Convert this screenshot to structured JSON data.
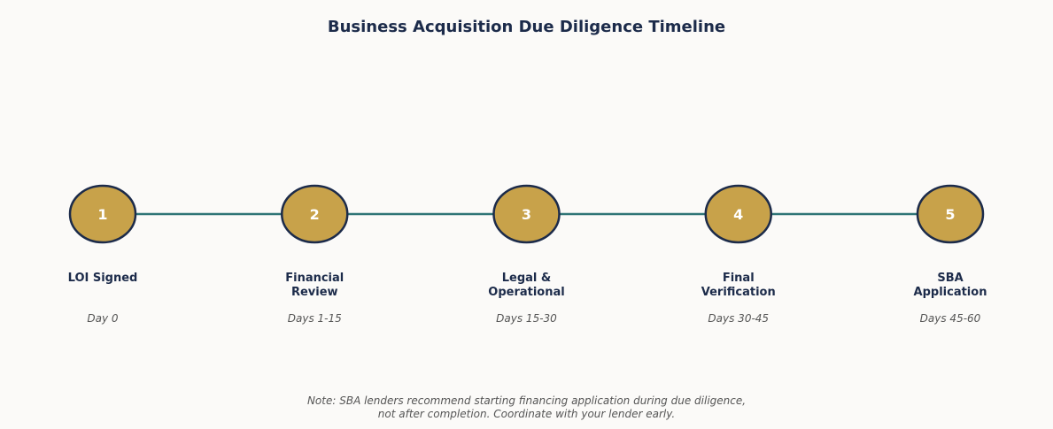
{
  "title": "Business Acquisition Due Diligence Timeline",
  "colors": {
    "node_fill": "#c8a24a",
    "node_stroke": "#1c2b4a",
    "connector": "#2f7576",
    "title_text": "#1c2b4a",
    "note_text": "#555555"
  },
  "steps": [
    {
      "number": "1",
      "label": "LOI Signed",
      "days": "Day 0"
    },
    {
      "number": "2",
      "label": "Financial\nReview",
      "days": "Days 1-15"
    },
    {
      "number": "3",
      "label": "Legal &\nOperational",
      "days": "Days 15-30"
    },
    {
      "number": "4",
      "label": "Final\nVerification",
      "days": "Days 30-45"
    },
    {
      "number": "5",
      "label": "SBA\nApplication",
      "days": "Days 45-60"
    }
  ],
  "note": {
    "line1": "Note: SBA lenders recommend starting financing application during due diligence,",
    "line2": "not after completion. Coordinate with your lender early."
  }
}
